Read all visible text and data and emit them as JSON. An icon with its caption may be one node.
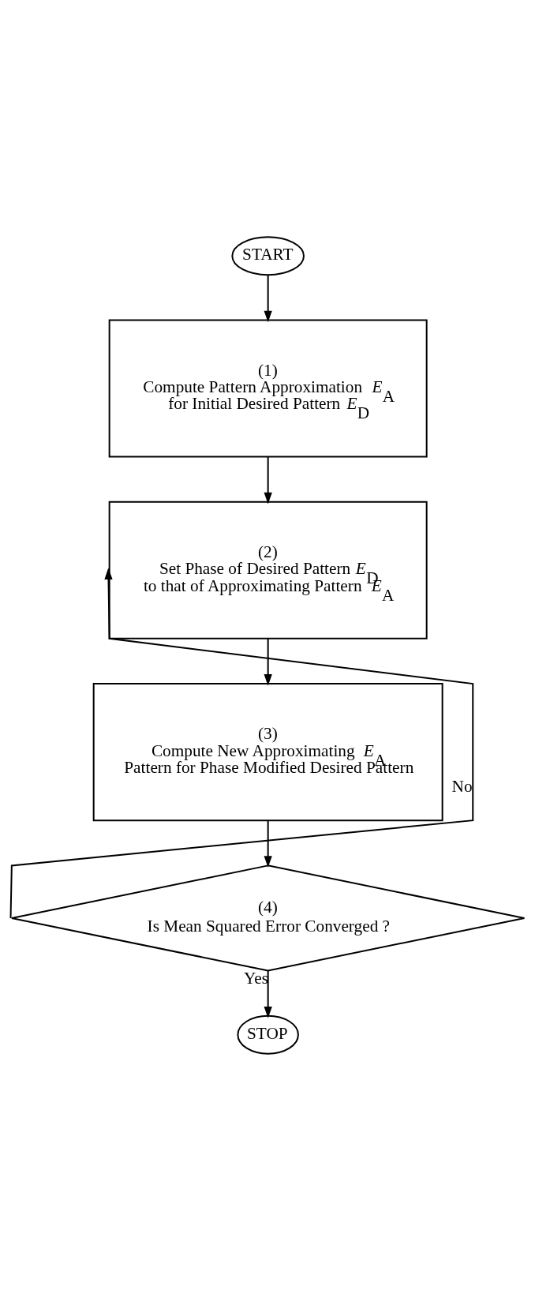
{
  "diagram": {
    "nodes": [
      {
        "text": [
          "START"
        ]
      },
      {
        "text": [
          "(1)",
          "Compute Pattern Approximation *E*$_{A}$ for Initial Desired Pattern *E*$_{D}$"
        ]
      },
      {
        "text": [
          "(2)",
          "Set Phase of Desired Pattern *E*$_{D}$ to that of Approximating Pattern *E*$_{A}$"
        ]
      },
      {
        "text": [
          "(3)",
          "Compute New Approximating *E*$_{A}$ Pattern for Phase Modified Desired Pattern"
        ]
      },
      {
        "text": [
          "(4)",
          "Is Mean Squared Error Converged ?"
        ]
      },
      {
        "text": [
          "STOP"
        ]
      }
    ],
    "edges": [
      {
        "from": 0,
        "to": 1,
        "arrow": "to"
      },
      {
        "from": 1,
        "to": 2,
        "arrow": "to"
      },
      {
        "from": 2,
        "to": 3,
        "arrow": "to"
      },
      {
        "from": 3,
        "to": 4,
        "arrow": "to"
      },
      {
        "from": 4,
        "to": 2,
        "arrow": "to",
        "label": "No"
      },
      {
        "from": 4,
        "to": 5,
        "arrow": "to",
        "label": "Yes"
      }
    ]
  }
}
